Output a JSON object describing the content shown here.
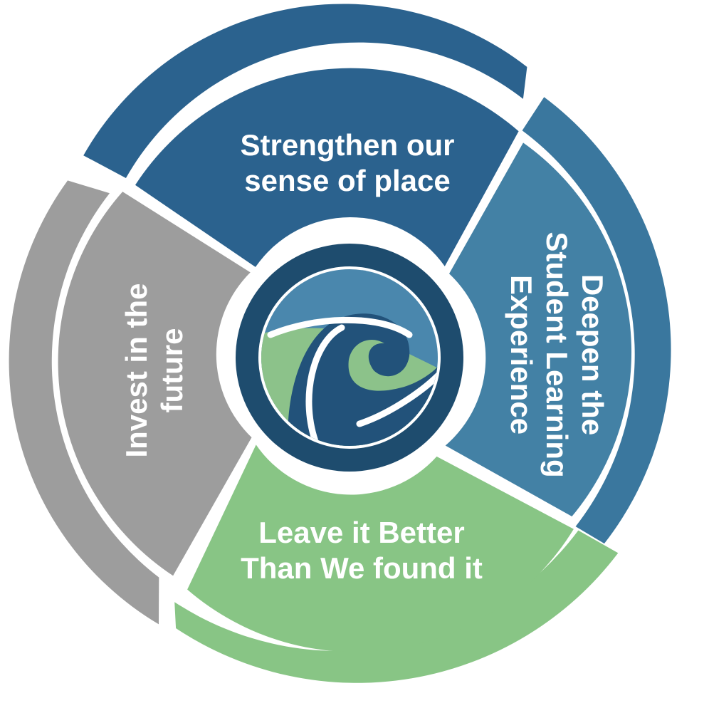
{
  "diagram": {
    "segments": [
      {
        "id": "top",
        "line1": "Strengthen our",
        "line2": "sense of place",
        "color": "#2b628e",
        "ring_color": "#2b628e"
      },
      {
        "id": "right",
        "line1": "Deepen the",
        "line2": "Student Learning",
        "line3": "Experience",
        "color": "#4381a5",
        "ring_color": "#3a779e"
      },
      {
        "id": "bottom",
        "line1": "Leave it Better",
        "line2": "Than We found it",
        "color": "#88c585",
        "ring_color": "#88c585"
      },
      {
        "id": "left",
        "line1": "Invest in the",
        "line2": "future",
        "color": "#9d9d9d",
        "ring_color": "#9d9d9d"
      }
    ],
    "logo": {
      "icon": "wave-logo-icon",
      "ring_color": "#1e4c6e",
      "sky_color": "#4a87ad",
      "green_color": "#8cc28a",
      "wave_color": "#22527a"
    }
  }
}
